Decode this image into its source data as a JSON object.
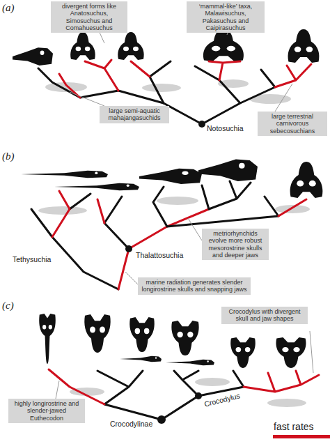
{
  "diagram": {
    "nodes": [
      {
        "text": [
          "divergent forms like Anatosuchus, Simosuchus and Comahuesuchus"
        ]
      },
      {
        "text": [
          "‘mammal-like’ taxa, Malawisuchus, Pakasuchus and Caipirasuchus"
        ]
      },
      {
        "text": [
          "large semi-aquatic mahajangasuchids"
        ]
      },
      {
        "text": [
          "large terrestrial carnivorous sebecosuchians"
        ]
      },
      {
        "text": [
          "metriorhynchids evolve more robust mesorostrine skulls and deeper jaws"
        ]
      },
      {
        "text": [
          "marine radiation generates slender longirostrine skulls and snapping jaws"
        ]
      },
      {
        "text": [
          "Crocodylus with divergent skull and jaw shapes"
        ]
      },
      {
        "text": [
          "highly longirostrine and slender-jawed Euthecodon"
        ]
      }
    ],
    "labels": [
      "(a)",
      "Notosuchia",
      "(b)",
      "Tethysuchia",
      "Thalattosuchia",
      "(c)",
      "Crocodylinae",
      "Crocodylus"
    ],
    "legend": [
      {
        "text": "fast rates"
      }
    ]
  }
}
